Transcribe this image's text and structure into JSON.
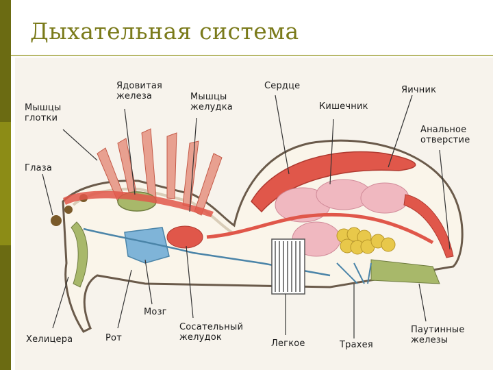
{
  "slide": {
    "title": "Дыхательная система"
  },
  "diagram": {
    "labels": {
      "pharynx_muscles": "Мышцы\nглотки",
      "venom_gland": "Ядовитая\nжелеза",
      "stomach_muscles": "Мышцы\nжелудка",
      "heart": "Сердце",
      "ovary": "Яичник",
      "intestine": "Кишечник",
      "anus": "Анальное\nотверстие",
      "eyes": "Глаза",
      "brain": "Мозг",
      "chelicera": "Хелицера",
      "mouth": "Рот",
      "sucking_stomach": "Сосательный\nжелудок",
      "lung": "Легкое",
      "trachea": "Трахея",
      "spinnerets": "Паутинные\nжелезы"
    },
    "colors": {
      "muscle": "#e0574a",
      "gland": "#a8b86a",
      "nerve": "#7fb4d8",
      "liver": "#f0b8c0",
      "ovary": "#e8c84a",
      "outline": "#6a5a4a"
    }
  }
}
